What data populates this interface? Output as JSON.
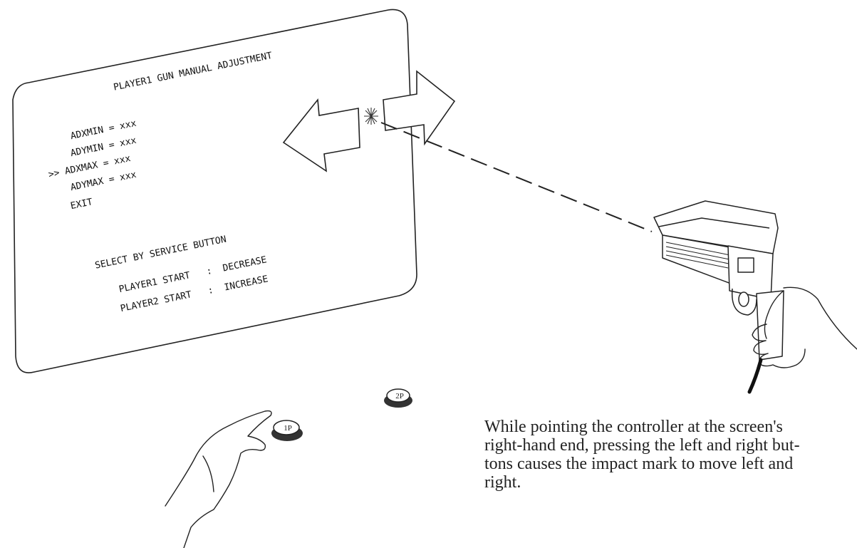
{
  "screen": {
    "title": "PLAYER1 GUN MANUAL ADJUSTMENT",
    "menu": [
      {
        "cursor": "",
        "label": "ADXMIN",
        "value": "xxx"
      },
      {
        "cursor": "",
        "label": "ADYMIN",
        "value": "xxx"
      },
      {
        "cursor": ">>",
        "label": "ADXMAX",
        "value": "xxx"
      },
      {
        "cursor": "",
        "label": "ADYMAX",
        "value": "xxx"
      },
      {
        "cursor": "",
        "label": "EXIT",
        "value": ""
      }
    ],
    "instructions": [
      {
        "left": "SELECT BY SERVICE BUTTON",
        "right": ""
      },
      {
        "left": "PLAYER1 START",
        "right": "DECREASE"
      },
      {
        "left": "PLAYER2 START",
        "right": "INCREASE"
      }
    ],
    "separator": ":"
  },
  "buttons": {
    "p1_label": "1P",
    "p2_label": "2P"
  },
  "caption": {
    "lines": [
      "While pointing the controller at the screen's",
      "right-hand end, pressing the left and right but-",
      "tons causes the impact mark to move left and",
      "right."
    ]
  }
}
